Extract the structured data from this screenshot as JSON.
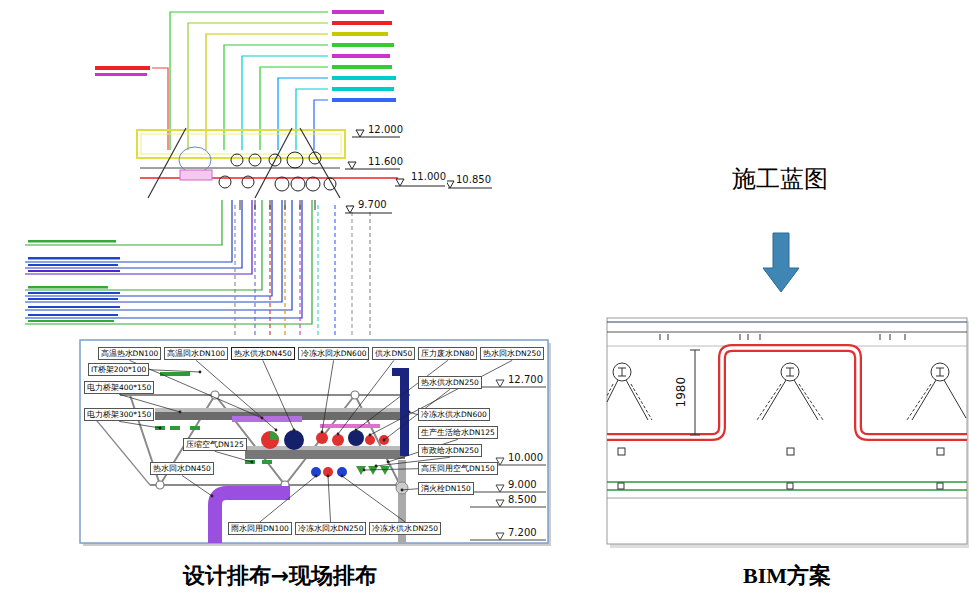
{
  "diagram": {
    "nodes": [
      {
        "text": [
          "高温热水DN100"
        ]
      },
      {
        "text": [
          "高温回水DN100"
        ]
      },
      {
        "text": [
          "热水供水DN450"
        ]
      },
      {
        "text": [
          "冷冻水回水DN600"
        ]
      },
      {
        "text": [
          "供水DN50"
        ]
      },
      {
        "text": [
          "压力废水DN80"
        ]
      },
      {
        "text": [
          "热水回水DN250"
        ]
      },
      {
        "text": [
          "IT桥架200*100"
        ]
      },
      {
        "text": [
          "电力桥架400*150"
        ]
      },
      {
        "text": [
          "热水供水DN250"
        ]
      },
      {
        "text": [
          "电力桥架300*150"
        ]
      },
      {
        "text": [
          "冷冻水供水DN600"
        ]
      },
      {
        "text": [
          "生产生活给水DN125"
        ]
      },
      {
        "text": [
          "压缩空气DN125"
        ]
      },
      {
        "text": [
          "市政给水DN250"
        ]
      },
      {
        "text": [
          "热水回水DN450"
        ]
      },
      {
        "text": [
          "高压回用空气DN150"
        ]
      },
      {
        "text": [
          "消火栓DN150"
        ]
      },
      {
        "text": [
          "雨水回用DN100"
        ]
      },
      {
        "text": [
          "冷冻水回水DN250"
        ]
      },
      {
        "text": [
          "冷冻水供水DN250"
        ]
      }
    ],
    "labels": [
      "12.000",
      "11.600",
      "11.000",
      "10.850",
      "9.700",
      "12.700",
      "10.000",
      "9.000",
      "8.500",
      "7.200",
      "施工蓝图",
      "1980",
      "设计排布→现场排布",
      "BIM方案"
    ]
  }
}
